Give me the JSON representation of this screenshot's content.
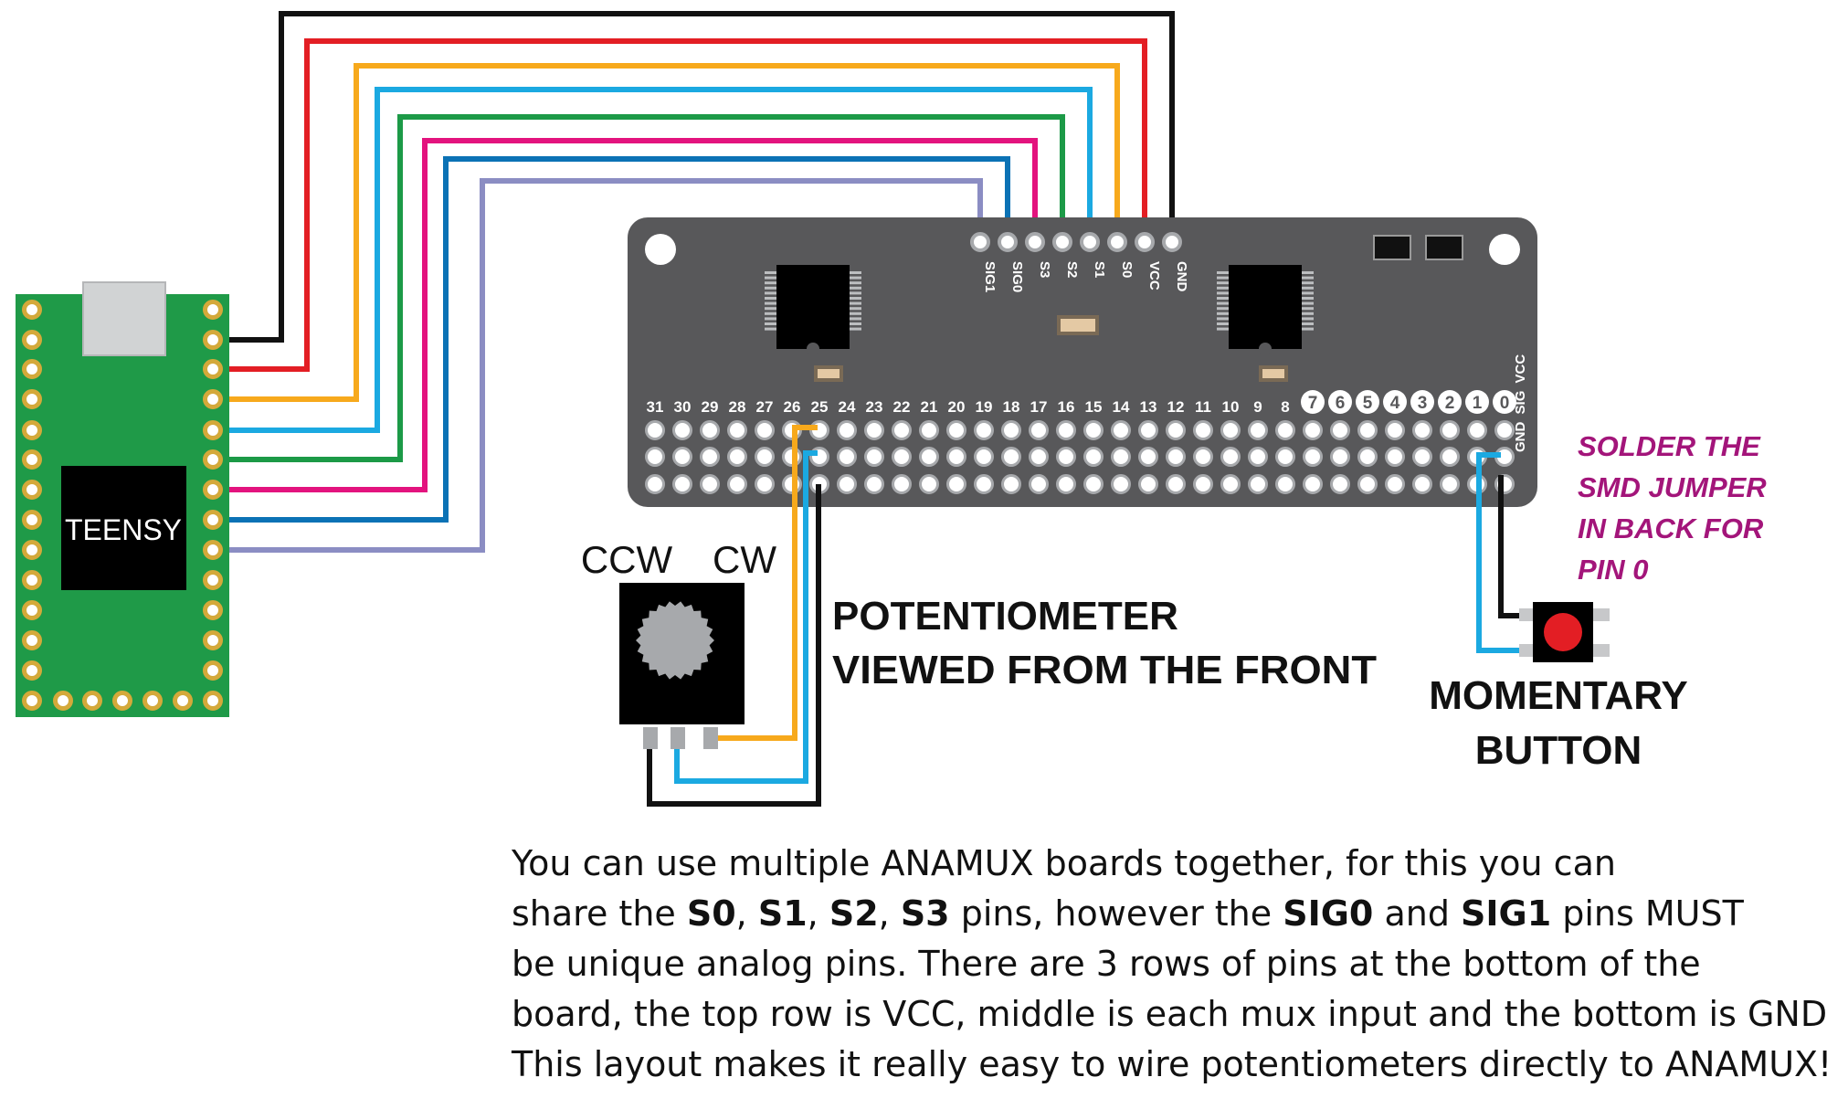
{
  "teensy": {
    "label": "TEENSY"
  },
  "board": {
    "header_pins": [
      "SIG1",
      "SIG0",
      "S3",
      "S2",
      "S1",
      "S0",
      "VCC",
      "GND"
    ],
    "channel_numbers": [
      "31",
      "30",
      "29",
      "28",
      "27",
      "26",
      "25",
      "24",
      "23",
      "22",
      "21",
      "20",
      "19",
      "18",
      "17",
      "16",
      "15",
      "14",
      "13",
      "12",
      "11",
      "10",
      "9",
      "8",
      "7",
      "6",
      "5",
      "4",
      "3",
      "2",
      "1",
      "0"
    ],
    "row_labels": [
      "VCC",
      "SIG",
      "GND"
    ]
  },
  "potentiometer": {
    "ccw_label": "CCW",
    "cw_label": "CW",
    "title_line1": "POTENTIOMETER",
    "title_line2": "VIEWED FROM THE FRONT"
  },
  "button": {
    "title_line1": "MOMENTARY",
    "title_line2": "BUTTON"
  },
  "jumper_note": [
    "SOLDER THE",
    "SMD JUMPER",
    "IN BACK FOR",
    "PIN 0"
  ],
  "notes": {
    "l1": "You can use multiple ANAMUX boards together, for this you can",
    "l2_a": "share the ",
    "l2_s0": "S0",
    "l2_c1": ", ",
    "l2_s1": "S1",
    "l2_c2": ", ",
    "l2_s2": "S2",
    "l2_c3": ", ",
    "l2_s3": "S3",
    "l2_b": " pins, however the ",
    "l2_sig0": "SIG0",
    "l2_and": " and ",
    "l2_sig1": "SIG1",
    "l2_c": " pins MUST",
    "l3": "be unique analog pins. There are 3 rows of pins at the bottom of the",
    "l4": "board, the top row is VCC, middle is each mux input and the bottom is GND.",
    "l5": "This layout makes it really easy to wire potentiometers directly to ANAMUX!"
  },
  "colors": {
    "black": "#111111",
    "red": "#e31e24",
    "orange": "#f7a91c",
    "cyan": "#1ba9e1",
    "green": "#1c9a47",
    "magenta": "#e3137e",
    "blue": "#0b72b5",
    "lavender": "#8b8dc3",
    "board": "#58585a",
    "pcb": "#1f9a48",
    "jumper_note": "#a3157a",
    "button_red": "#e31e24"
  }
}
